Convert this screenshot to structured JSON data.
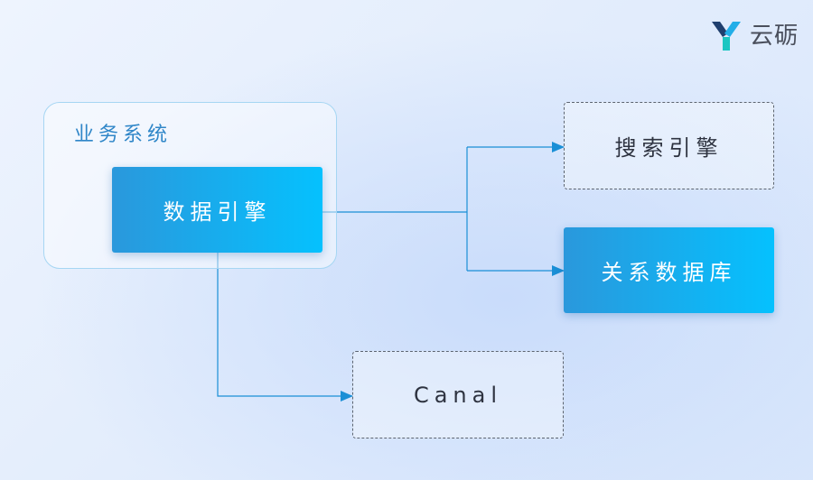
{
  "logo": {
    "text": "云砺",
    "icon": "y-logo-icon",
    "colors": {
      "dark": "#1f3f6e",
      "light": "#22aee8",
      "teal": "#1bc6c2"
    }
  },
  "group": {
    "label": "业务系统"
  },
  "nodes": {
    "data_engine": "数据引擎",
    "search_engine": "搜索引擎",
    "relational_db": "关系数据库",
    "canal": "Canal"
  },
  "colors": {
    "accent": "#2a98dc",
    "accent_light": "#05c1fe",
    "connector": "#1a8fd6",
    "group_border": "#a6d6f3",
    "group_label": "#2f86c8",
    "dashed_border": "#5c6470"
  }
}
